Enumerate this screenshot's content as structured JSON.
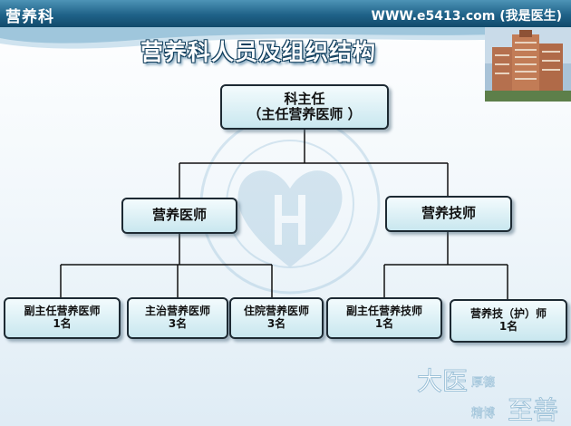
{
  "header": {
    "department": "营养科",
    "site": "WWW.e5413.com (我是医生)"
  },
  "title": "营养科人员及组织结构",
  "org": {
    "director": {
      "title": "科主任",
      "subtitle": "（主任营养医师 ）"
    },
    "physician": {
      "title": "营养医师"
    },
    "technician": {
      "title": "营养技师"
    },
    "staff": [
      {
        "title": "副主任营养医师",
        "count": "1名"
      },
      {
        "title": "主治营养医师",
        "count": "3名"
      },
      {
        "title": "住院营养医师",
        "count": "3名"
      },
      {
        "title": "副主任营养技师",
        "count": "1名"
      },
      {
        "title": "营养技（护）师",
        "count": "1名"
      }
    ]
  },
  "slogan": {
    "big1": "大医",
    "small1": "厚德",
    "small2": "精博",
    "big2": "至善"
  },
  "colors": {
    "header": "#1f6288",
    "box_fill": "#c9e7ef",
    "box_border": "#1d2a33",
    "title_outline": "#0f3d5c"
  }
}
